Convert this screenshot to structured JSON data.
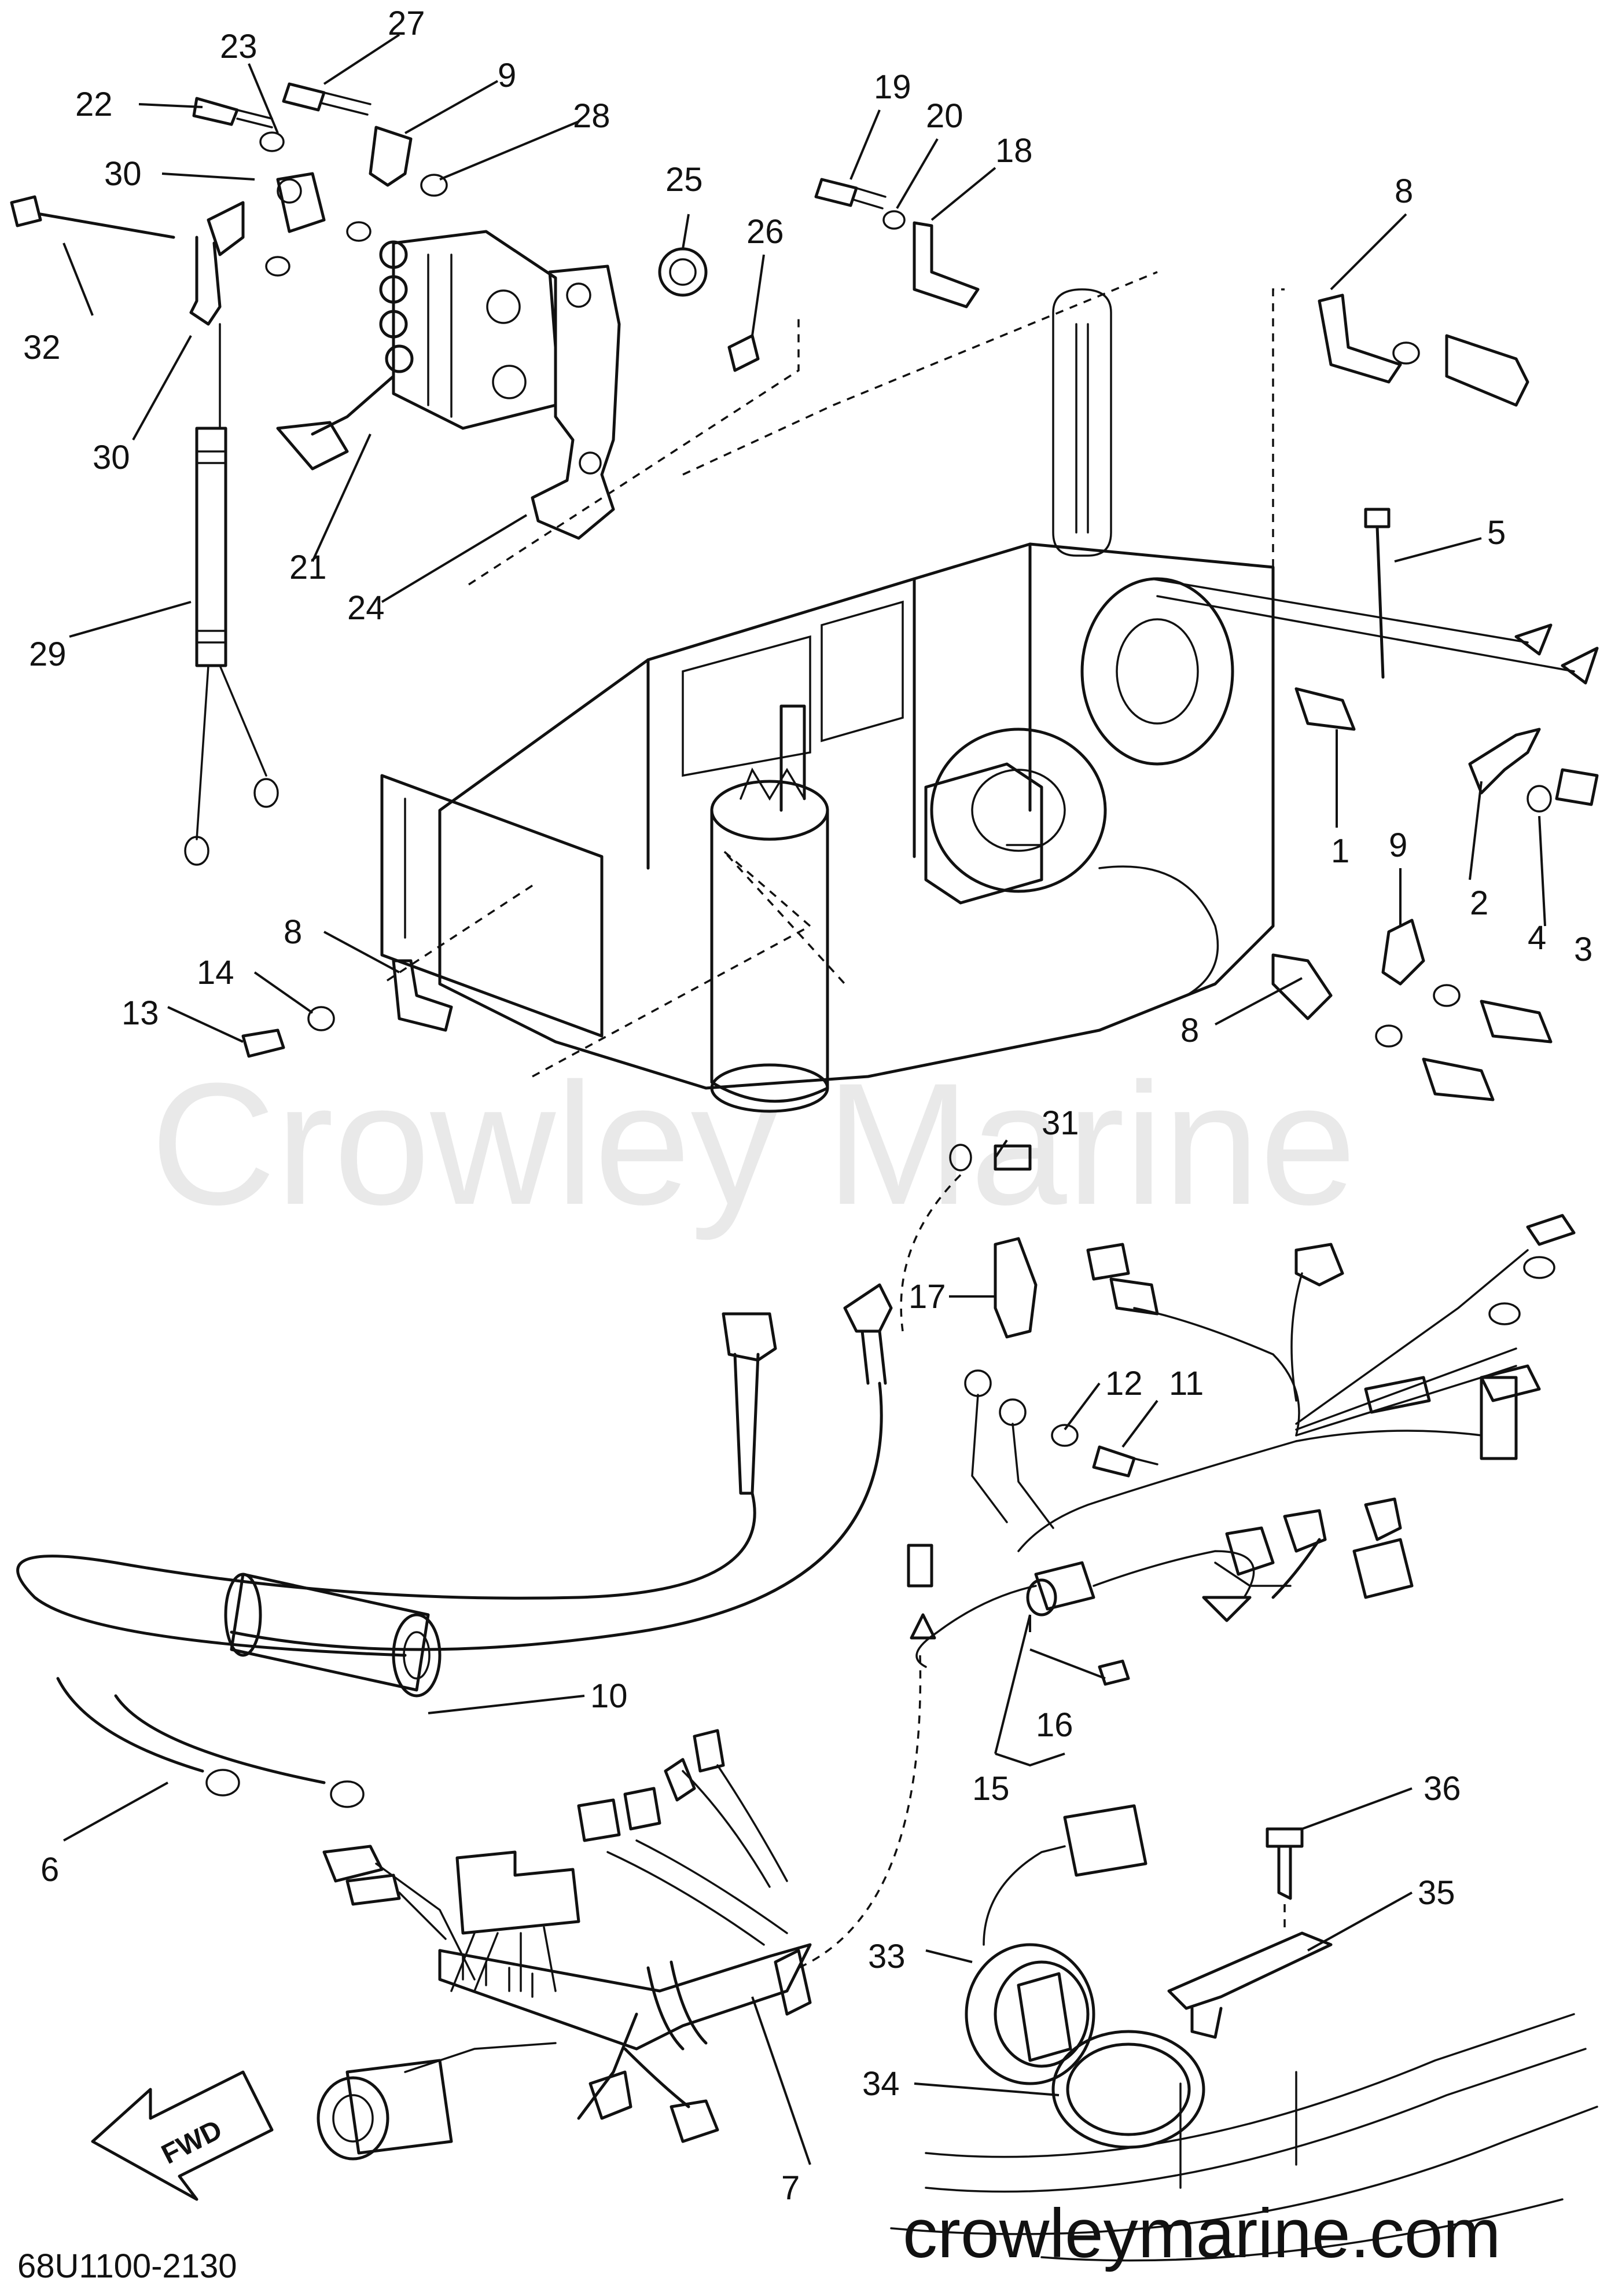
{
  "watermark_text": "Crowley Marine",
  "site_url": "crowleymarine.com",
  "diagram_code": "68U1100-2130",
  "direction_label": "FWD",
  "callouts": [
    {
      "id": "c1",
      "text": "1"
    },
    {
      "id": "c2",
      "text": "2"
    },
    {
      "id": "c3",
      "text": "3"
    },
    {
      "id": "c4",
      "text": "4"
    },
    {
      "id": "c5",
      "text": "5"
    },
    {
      "id": "c6",
      "text": "6"
    },
    {
      "id": "c7",
      "text": "7"
    },
    {
      "id": "c8a",
      "text": "8"
    },
    {
      "id": "c8b",
      "text": "8"
    },
    {
      "id": "c8c",
      "text": "8"
    },
    {
      "id": "c9a",
      "text": "9"
    },
    {
      "id": "c9b",
      "text": "9"
    },
    {
      "id": "c10",
      "text": "10"
    },
    {
      "id": "c11",
      "text": "11"
    },
    {
      "id": "c12",
      "text": "12"
    },
    {
      "id": "c13",
      "text": "13"
    },
    {
      "id": "c14",
      "text": "14"
    },
    {
      "id": "c15",
      "text": "15"
    },
    {
      "id": "c16",
      "text": "16"
    },
    {
      "id": "c17",
      "text": "17"
    },
    {
      "id": "c18",
      "text": "18"
    },
    {
      "id": "c19",
      "text": "19"
    },
    {
      "id": "c20",
      "text": "20"
    },
    {
      "id": "c21",
      "text": "21"
    },
    {
      "id": "c22",
      "text": "22"
    },
    {
      "id": "c23",
      "text": "23"
    },
    {
      "id": "c24",
      "text": "24"
    },
    {
      "id": "c25",
      "text": "25"
    },
    {
      "id": "c26",
      "text": "26"
    },
    {
      "id": "c27",
      "text": "27"
    },
    {
      "id": "c28",
      "text": "28"
    },
    {
      "id": "c29",
      "text": "29"
    },
    {
      "id": "c30a",
      "text": "30"
    },
    {
      "id": "c30b",
      "text": "30"
    },
    {
      "id": "c31",
      "text": "31"
    },
    {
      "id": "c32",
      "text": "32"
    },
    {
      "id": "c33",
      "text": "33"
    },
    {
      "id": "c34",
      "text": "34"
    },
    {
      "id": "c35",
      "text": "35"
    },
    {
      "id": "c36",
      "text": "36"
    }
  ]
}
